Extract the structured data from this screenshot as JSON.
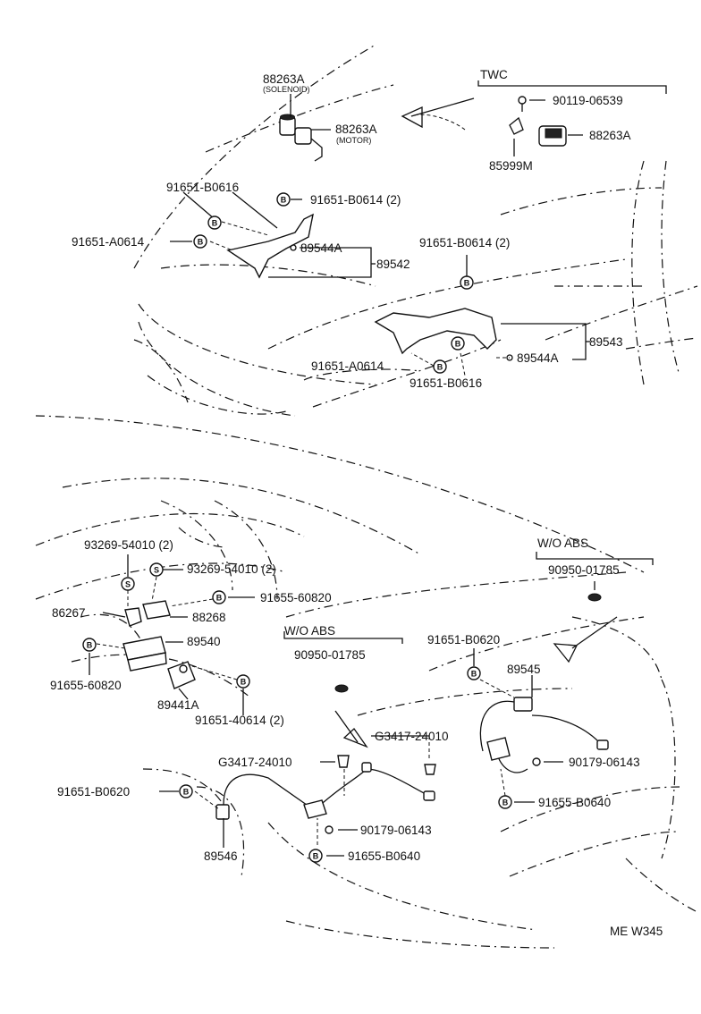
{
  "labels": {
    "p88263A_sol": "88263A",
    "solenoid": "(SOLENOID)",
    "p88263A_mot": "88263A",
    "motor": "(MOTOR)",
    "twc": "TWC",
    "p90119": "90119-06539",
    "p88263A_twc": "88263A",
    "p85999M": "85999M",
    "p91651B0616_a": "91651-B0616",
    "p91651B0614_a": "91651-B0614 (2)",
    "p91651A0614_a": "91651-A0614",
    "p89544A_a": "89544A",
    "p89542": "89542",
    "p91651B0614_b": "91651-B0614 (2)",
    "p89543": "89543",
    "p91651A0614_b": "91651-A0614",
    "p89544A_b": "89544A",
    "p91651B0616_b": "91651-B0616",
    "p93269_a": "93269-54010 (2)",
    "p93269_b": "93269-54010 (2)",
    "p91655_60820_a": "91655-60820",
    "p86267": "86267",
    "p88268": "88268",
    "p89540": "89540",
    "p91655_60820_b": "91655-60820",
    "p89441A": "89441A",
    "p91651_40614": "91651-40614 (2)",
    "wo_abs_a": "W/O ABS",
    "p90950_a": "90950-01785",
    "wo_abs_b": "W/O ABS",
    "p90950_b": "90950-01785",
    "p91651B0620_a": "91651-B0620",
    "p89545": "89545",
    "pG3417_a": "G3417-24010",
    "pG3417_b": "G3417-24010",
    "p90179_a": "90179-06143",
    "p91651B0620_b": "91651-B0620",
    "p91655B0640_a": "91655-B0640",
    "p90179_b": "90179-06143",
    "p89546": "89546",
    "p91655B0640_b": "91655-B0640",
    "ref": "ME W345"
  },
  "symbols": {
    "bolt": "B",
    "screw": "S"
  }
}
